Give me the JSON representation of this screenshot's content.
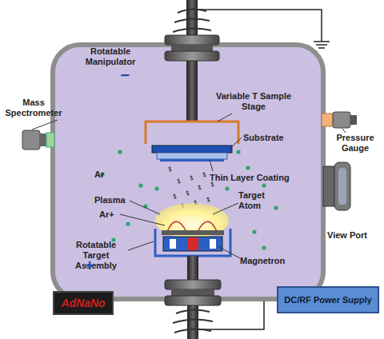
{
  "diagram": {
    "nodes": [
      {
        "text": [
          "AdNaNo"
        ]
      },
      {
        "text": [
          "DC/RF Power Supply"
        ]
      }
    ],
    "labels": [
      "Rotatable Manipulator",
      "−",
      "Mass Spectrometer",
      "Variable T Sample Stage",
      "Substrate",
      "Pressure Gauge",
      "Thin Layer Coating",
      "Ar",
      "Plasma",
      "Ar+",
      "Target Atom",
      "View Port",
      "Rotatable Target Assembly",
      "Magnetron",
      "+"
    ]
  }
}
